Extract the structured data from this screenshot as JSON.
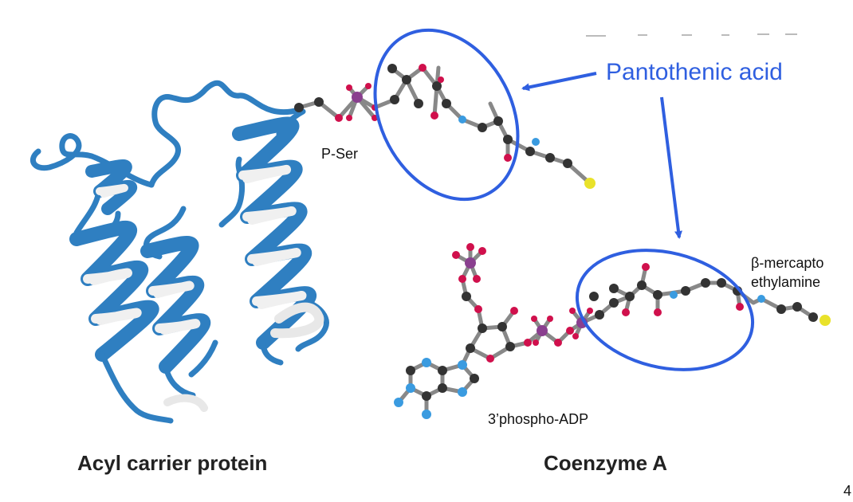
{
  "labels": {
    "pantothenic_acid": "Pantothenic acid",
    "p_ser": "P-Ser",
    "beta_mercapto": "β-mercapto",
    "ethylamine": "ethylamine",
    "phospho_adp": "3’phospho-ADP",
    "acp_caption": "Acyl carrier protein",
    "coa_caption": "Coenzyme A",
    "page_number": "4"
  },
  "colors": {
    "ribbon_blue": "#2f7fc1",
    "ribbon_light": "#eeeeee",
    "callout_blue": "#2f5fe0",
    "carbon": "#333333",
    "oxygen": "#d0104c",
    "nitrogen": "#3a9be0",
    "phosphorus": "#8a3f8f",
    "sulfur": "#e9e22a"
  }
}
